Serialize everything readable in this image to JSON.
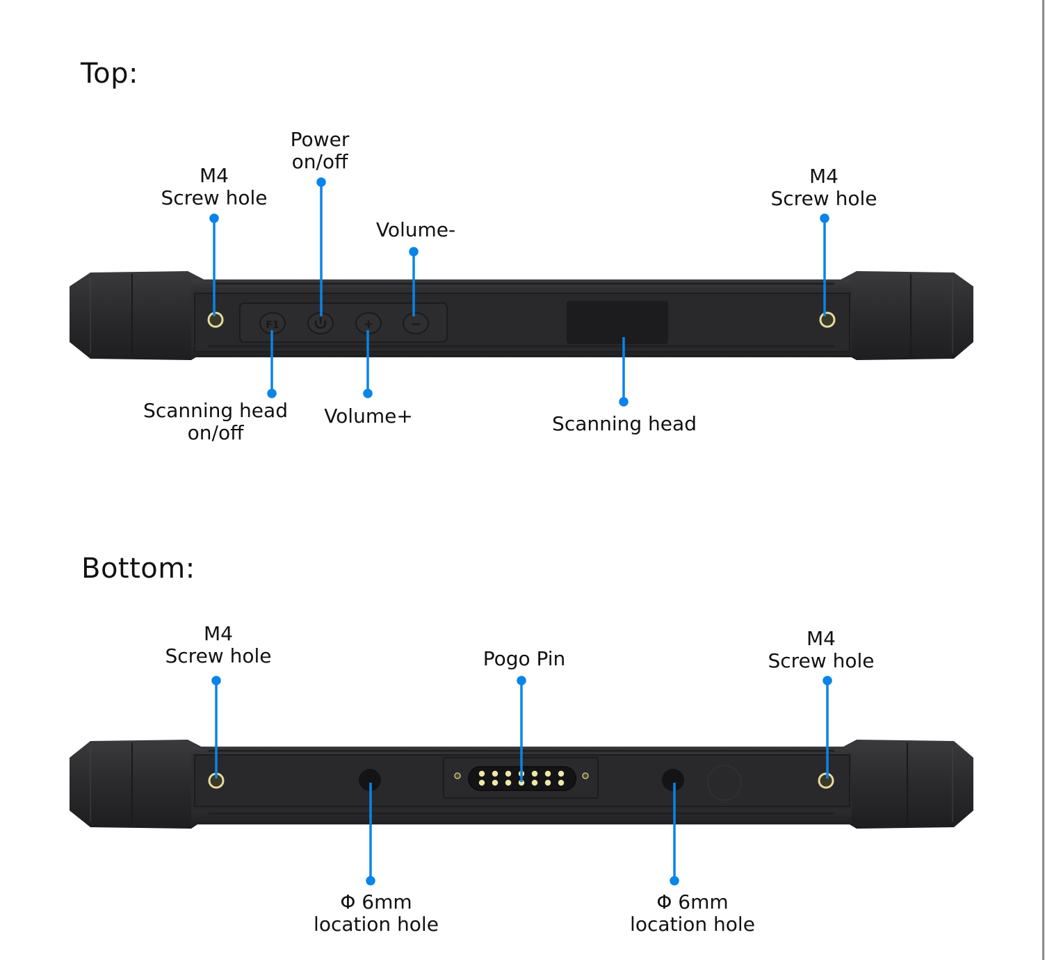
{
  "sections": {
    "top": {
      "title": "Top:",
      "labels": {
        "m4_left": [
          "M4",
          "Screw hole"
        ],
        "power": [
          "Power",
          "on/off"
        ],
        "volume_minus": [
          "Volume-"
        ],
        "m4_right": [
          "M4",
          "Screw hole"
        ],
        "scan_onoff": [
          "Scanning head",
          "on/off"
        ],
        "volume_plus": [
          "Volume+"
        ],
        "scanning_head": [
          "Scanning head"
        ]
      },
      "buttons": [
        "F1",
        "power-symbol",
        "+",
        "−"
      ]
    },
    "bottom": {
      "title": "Bottom:",
      "labels": {
        "m4_left": [
          "M4",
          "Screw hole"
        ],
        "pogo": [
          "Pogo Pin"
        ],
        "m4_right": [
          "M4",
          "Screw hole"
        ],
        "loc_left": [
          "Φ 6mm",
          "location hole"
        ],
        "loc_right": [
          "Φ 6mm",
          "location hole"
        ]
      },
      "pogo_pin_count": 14
    }
  },
  "colors": {
    "callout": "#0a84e8",
    "device_body": "#2b2b2d",
    "device_dark": "#1c1c1e",
    "brass": "#e6dca0",
    "pin": "#efe7a8"
  }
}
